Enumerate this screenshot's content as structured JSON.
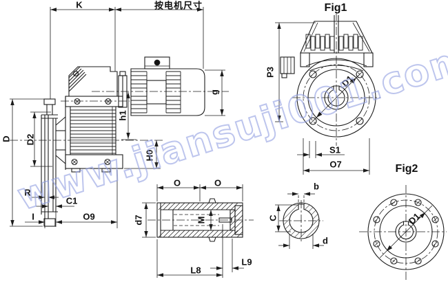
{
  "watermark": {
    "text": "www.jiansuji001.com"
  },
  "labels": {
    "K": "K",
    "motor_note": "按电机尺寸",
    "D": "D",
    "D2": "D2",
    "R": "R",
    "C1": "C1",
    "I": "I",
    "O9": "O9",
    "h1": "h1",
    "H0": "H0",
    "g": "g",
    "P3": "P3",
    "D1_fig1": "D1",
    "S1": "S1",
    "O7": "O7",
    "fig1_title": "Fig1",
    "fig2_title": "Fig2",
    "D1_fig2": "D1",
    "O_left": "O",
    "O_right": "O",
    "d7": "d7",
    "M": "M",
    "L8": "L8",
    "L9": "L9",
    "b": "b",
    "C": "C",
    "d": "d"
  },
  "colors": {
    "line": "#1c1c1c",
    "watermark": "#94a1e2",
    "background": "#ffffff"
  }
}
